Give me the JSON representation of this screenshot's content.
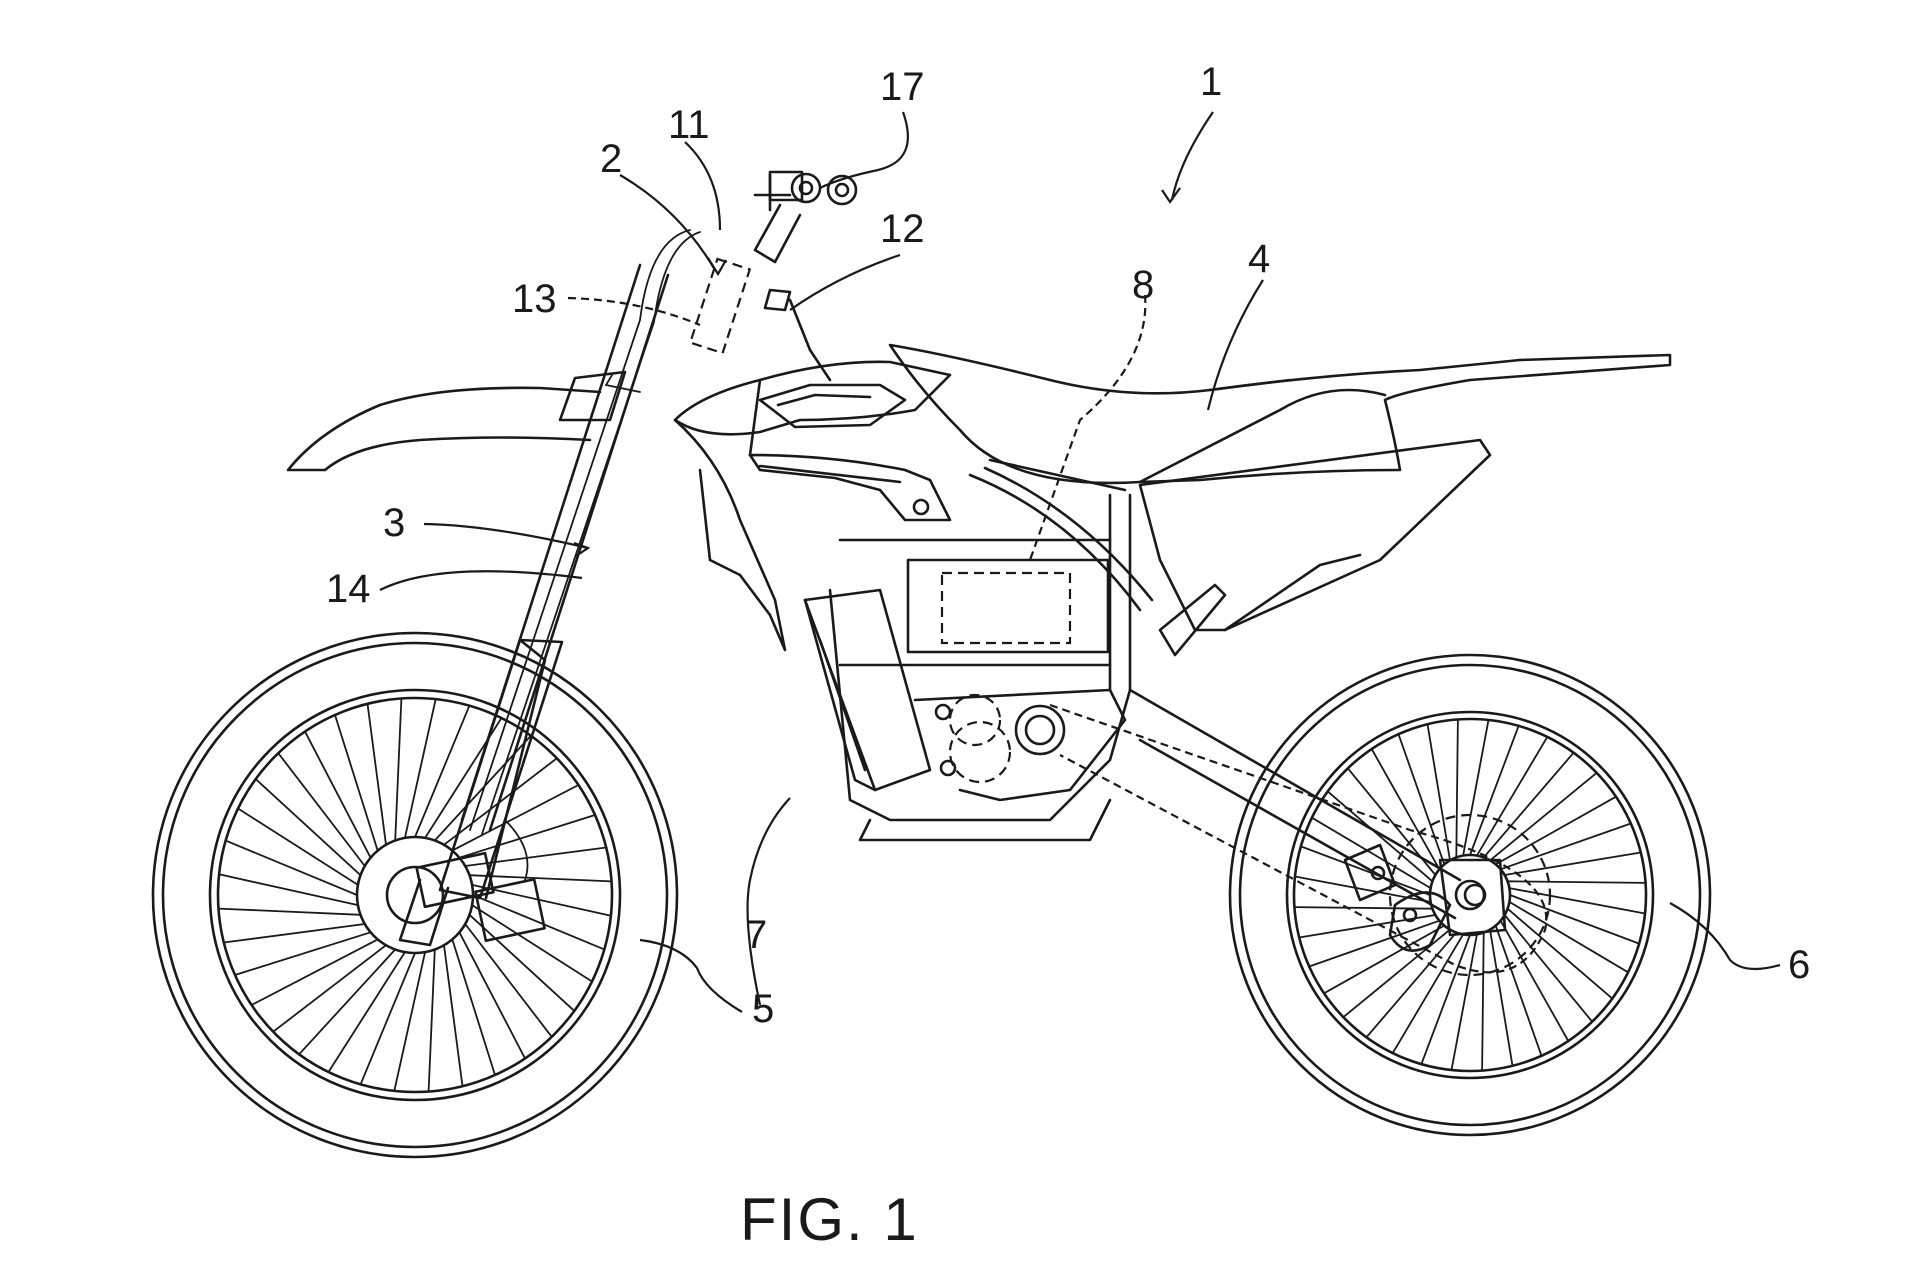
{
  "figure": {
    "caption": "FIG. 1",
    "refs": {
      "r1": "1",
      "r2": "2",
      "r3": "3",
      "r4": "4",
      "r5": "5",
      "r6": "6",
      "r7": "7",
      "r8": "8",
      "r11": "11",
      "r12": "12",
      "r13": "13",
      "r14": "14",
      "r17": "17"
    }
  }
}
